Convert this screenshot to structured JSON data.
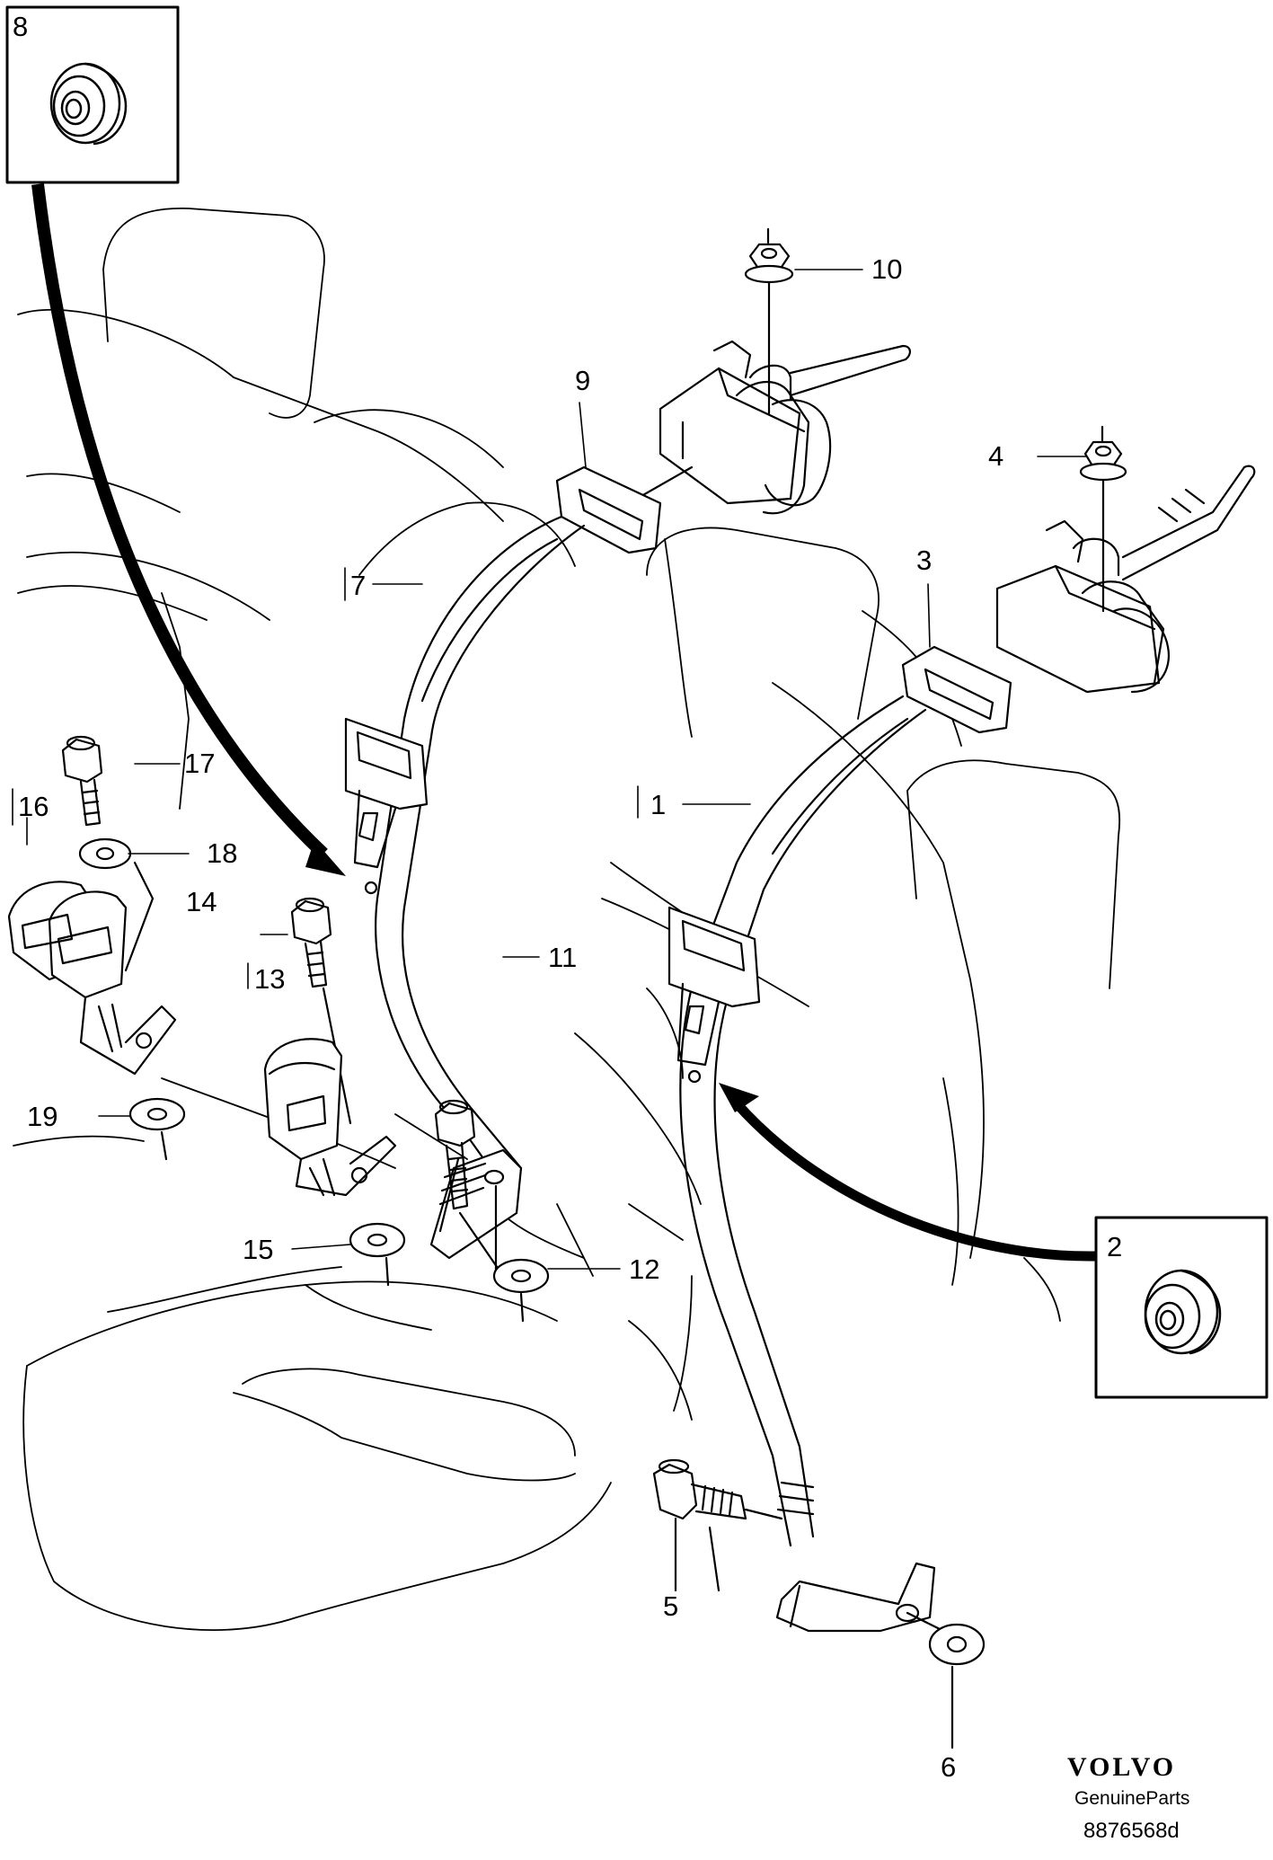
{
  "callouts": {
    "c1": "1",
    "c2": "2",
    "c3": "3",
    "c4": "4",
    "c5": "5",
    "c6": "6",
    "c7": "7",
    "c8": "8",
    "c9": "9",
    "c10": "10",
    "c11": "11",
    "c12": "12",
    "c13": "13",
    "c14": "14",
    "c15": "15",
    "c16": "16",
    "c17": "17",
    "c18": "18",
    "c19": "19"
  },
  "branding": {
    "brand": "VOLVO",
    "tagline": "GenuineParts",
    "drawing_number": "8876568d"
  }
}
